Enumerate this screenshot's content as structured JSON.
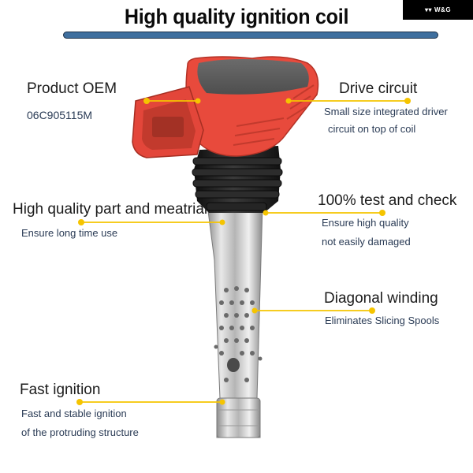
{
  "title": "High quality ignition coil",
  "brand": {
    "logo_text": "W&G"
  },
  "colors": {
    "title": "#0b0b0b",
    "bar": "#3f6f9e",
    "callout_line": "#f5c400",
    "coil_red": "#e84a3c",
    "coil_dark": "#5e5e5e",
    "boot_black": "#1e1e1e",
    "tube_silver": "#c7c7c7"
  },
  "features": {
    "product_oem": {
      "title": "Product OEM",
      "line1": "06C905115M"
    },
    "drive_circuit": {
      "title": "Drive circuit",
      "line1": "Small size integrated driver",
      "line2": "circuit on top of coil"
    },
    "quality_part": {
      "title": "High quality part and meatrial",
      "line1": "Ensure long time use"
    },
    "test_check": {
      "title": "100% test and check",
      "line1": "Ensure high quality",
      "line2": "not easily damaged"
    },
    "diagonal_winding": {
      "title": "Diagonal winding",
      "line1": "Eliminates Slicing Spools"
    },
    "fast_ignition": {
      "title": "Fast ignition",
      "line1": "Fast and stable ignition",
      "line2": "of the protruding structure"
    }
  }
}
